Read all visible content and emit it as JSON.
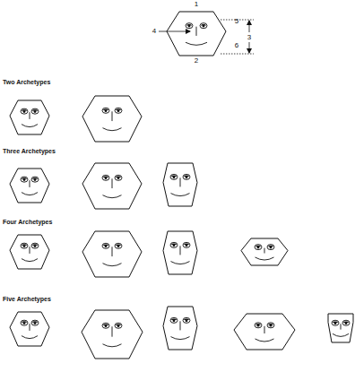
{
  "diagram": {
    "labels": [
      "1",
      "2",
      "3",
      "4",
      "5",
      "6",
      "Two Archetypes",
      "Three Archetypes",
      "Four Archetypes",
      "Five Archetypes"
    ]
  }
}
